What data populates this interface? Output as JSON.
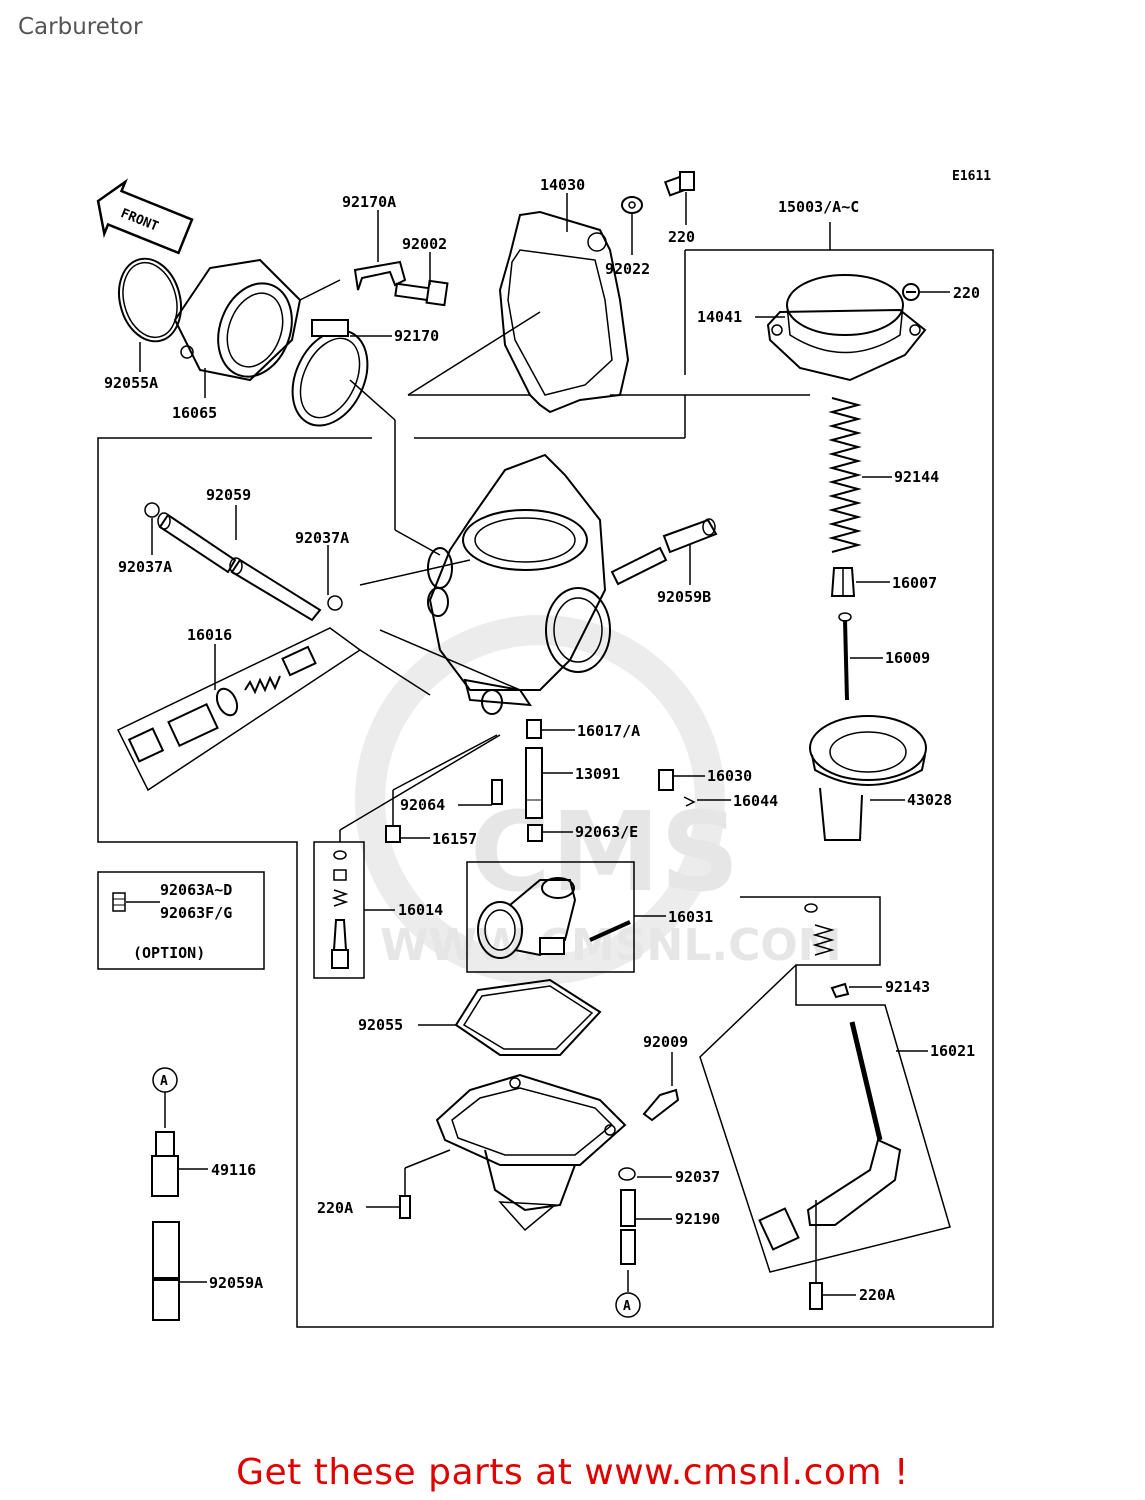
{
  "page": {
    "title": "Carburetor"
  },
  "diagram": {
    "code": "E1611",
    "front_label": "FRONT",
    "option_parts": [
      "92063A~D",
      "92063F/G"
    ],
    "option_label": "(OPTION)",
    "circle_ref": "A",
    "parts": {
      "p14030": "14030",
      "p220_top": "220",
      "p15003": "15003/A~C",
      "p92170A": "92170A",
      "p92002": "92002",
      "p92022": "92022",
      "p220_right": "220",
      "p14041": "14041",
      "p92170": "92170",
      "p92055A": "92055A",
      "p16065": "16065",
      "p92144": "92144",
      "p92059": "92059",
      "p92037A_r": "92037A",
      "p92037A_l": "92037A",
      "p16007": "16007",
      "p92059B": "92059B",
      "p16016": "16016",
      "p16009": "16009",
      "p16017A": "16017/A",
      "p13091": "13091",
      "p16030": "16030",
      "p92064": "92064",
      "p16044": "16044",
      "p43028": "43028",
      "p92063E": "92063/E",
      "p16157": "16157",
      "p16014": "16014",
      "p16031": "16031",
      "p92143": "92143",
      "p92055": "92055",
      "p92009": "92009",
      "p16021": "16021",
      "p49116": "49116",
      "p92037": "92037",
      "p220A_l": "220A",
      "p92190": "92190",
      "p92059A": "92059A",
      "p220A_r": "220A"
    }
  },
  "watermark": {
    "text": "WWW.CMSNL.COM",
    "brand": "CMS"
  },
  "cta": {
    "text": "Get these parts at www.cmsnl.com !"
  }
}
